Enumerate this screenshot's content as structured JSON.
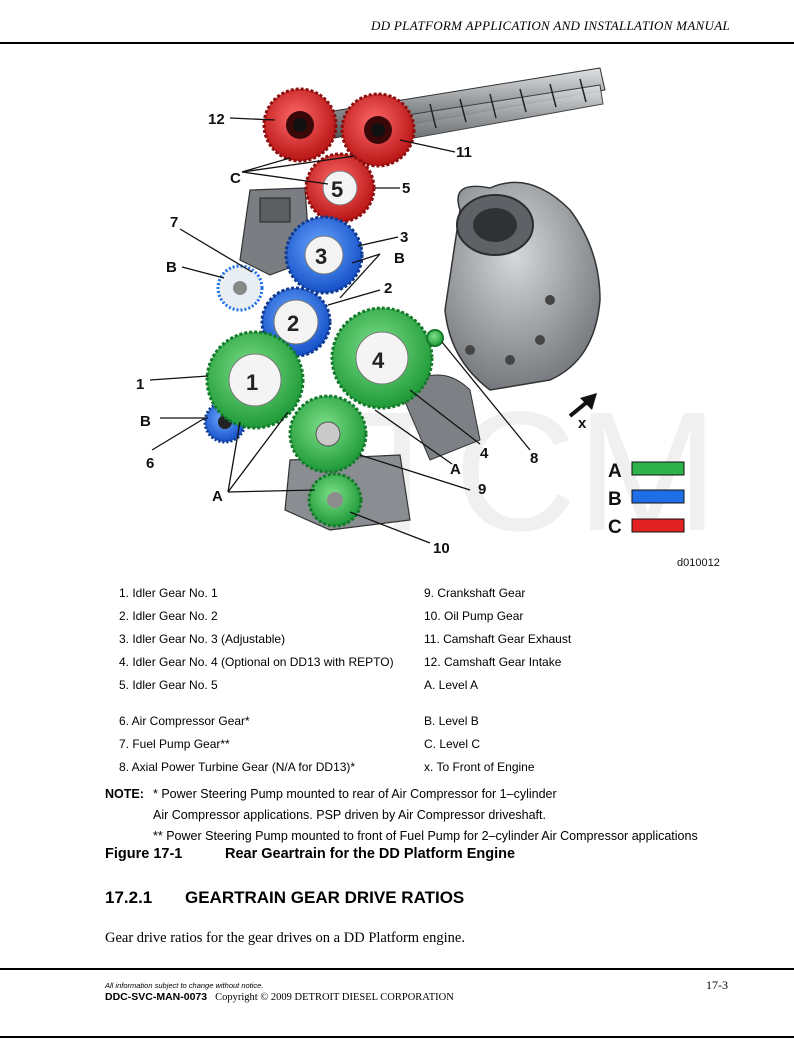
{
  "header": {
    "title": "DD PLATFORM APPLICATION AND INSTALLATION MANUAL"
  },
  "figure": {
    "id": "d010012",
    "gear_numbers": {
      "g1": "1",
      "g2": "2",
      "g3": "3",
      "g4": "4",
      "g5": "5"
    },
    "callouts": {
      "c1": "1",
      "c2": "2",
      "c3": "3",
      "c4": "4",
      "c5": "5",
      "c6": "6",
      "c7": "7",
      "c8": "8",
      "c9": "9",
      "c10": "10",
      "c11": "11",
      "c12": "12",
      "cA1": "A",
      "cA2": "A",
      "cB1": "B",
      "cB2": "B",
      "cB3": "B",
      "cC": "C",
      "cx": "x"
    },
    "color_legend": [
      {
        "letter": "A",
        "color": "#2db34a"
      },
      {
        "letter": "B",
        "color": "#1e6ee6"
      },
      {
        "letter": "C",
        "color": "#e02222"
      }
    ]
  },
  "legend": {
    "left": [
      "1.  Idler Gear No. 1",
      "2.  Idler Gear No. 2",
      "3.  Idler Gear No. 3 (Adjustable)",
      "4.  Idler Gear No. 4 (Optional on DD13 with REPTO)",
      "5.  Idler Gear No. 5",
      "6.  Air Compressor Gear*",
      "7.  Fuel Pump Gear**",
      "8.  Axial Power Turbine Gear (N/A for DD13)*"
    ],
    "right": [
      "9.  Crankshaft  Gear",
      "10.  Oil Pump Gear",
      "11.  Camshaft Gear Exhaust",
      "12.  Camshaft Gear Intake",
      "A. Level A",
      "B. Level B",
      "C. Level C",
      "x.  To Front of Engine"
    ]
  },
  "note": {
    "label": "NOTE:",
    "line1": "* Power Steering Pump mounted to rear of Air Compressor for 1–cylinder",
    "line2": "Air Compressor applications.  PSP driven by Air Compressor driveshaft.",
    "line3": "** Power Steering Pump mounted to front of Fuel Pump for 2–cylinder Air Compressor applications"
  },
  "figure_caption": {
    "number": "Figure 17-1",
    "title": "Rear Geartrain for the DD Platform Engine"
  },
  "section": {
    "number": "17.2.1",
    "title": "GEARTRAIN GEAR DRIVE RATIOS"
  },
  "body": "Gear drive ratios for the gear drives on a DD Platform engine.",
  "footer": {
    "notice": "All information subject to change without notice.",
    "doc_number": "DDC-SVC-MAN-0073",
    "copyright": "Copyright © 2009 DETROIT DIESEL CORPORATION",
    "page": "17-3"
  }
}
